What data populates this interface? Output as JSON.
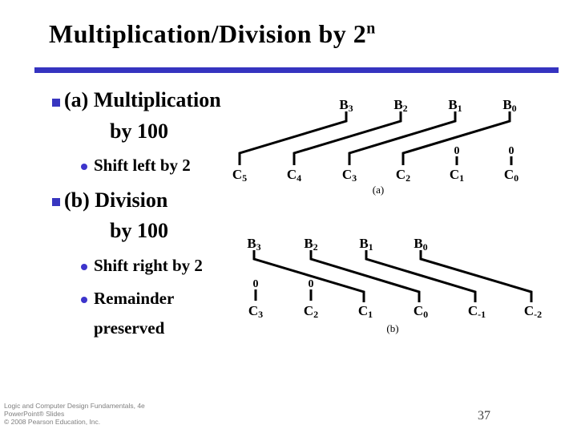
{
  "title": {
    "text": "Multiplication/Division by 2",
    "superscript": "n"
  },
  "colors": {
    "divider": "#3533c0",
    "bullet-square": "#3836c0",
    "bullet-round": "#3d35cc",
    "diagram-ink": "#000000",
    "footer-text": "#7f7f7f",
    "page-number": "#404040"
  },
  "bullets": {
    "a_line1": "(a) Multiplication",
    "a_line2": "by 100",
    "a_sub1": "Shift left by 2",
    "b_line1": "(b) Division",
    "b_line2": "by 100",
    "b_sub1": "Shift right by 2",
    "b_sub2_line1": "Remainder",
    "b_sub2_line2": "preserved"
  },
  "diagram_a": {
    "caption": "(a)",
    "top_labels": [
      {
        "base": "B",
        "sub": "3"
      },
      {
        "base": "B",
        "sub": "2"
      },
      {
        "base": "B",
        "sub": "1"
      },
      {
        "base": "B",
        "sub": "0"
      }
    ],
    "bottom_labels": [
      {
        "base": "C",
        "sub": "5"
      },
      {
        "base": "C",
        "sub": "4"
      },
      {
        "base": "C",
        "sub": "3"
      },
      {
        "base": "C",
        "sub": "2"
      },
      {
        "base": "C",
        "sub": "1"
      },
      {
        "base": "C",
        "sub": "0"
      }
    ],
    "zeros": [
      "0",
      "0"
    ]
  },
  "diagram_b": {
    "caption": "(b)",
    "top_labels": [
      {
        "base": "B",
        "sub": "3"
      },
      {
        "base": "B",
        "sub": "2"
      },
      {
        "base": "B",
        "sub": "1"
      },
      {
        "base": "B",
        "sub": "0"
      }
    ],
    "bottom_labels": [
      {
        "base": "C",
        "sub": "3"
      },
      {
        "base": "C",
        "sub": "2"
      },
      {
        "base": "C",
        "sub": "1"
      },
      {
        "base": "C",
        "sub": "0"
      },
      {
        "base": "C",
        "sub": "-1"
      },
      {
        "base": "C",
        "sub": "-2"
      }
    ],
    "zeros": [
      "0",
      "0"
    ]
  },
  "footer": {
    "lines": [
      "Logic and Computer Design Fundamentals, 4e",
      "PowerPoint® Slides",
      "© 2008 Pearson Education, Inc."
    ]
  },
  "page_number": "37"
}
